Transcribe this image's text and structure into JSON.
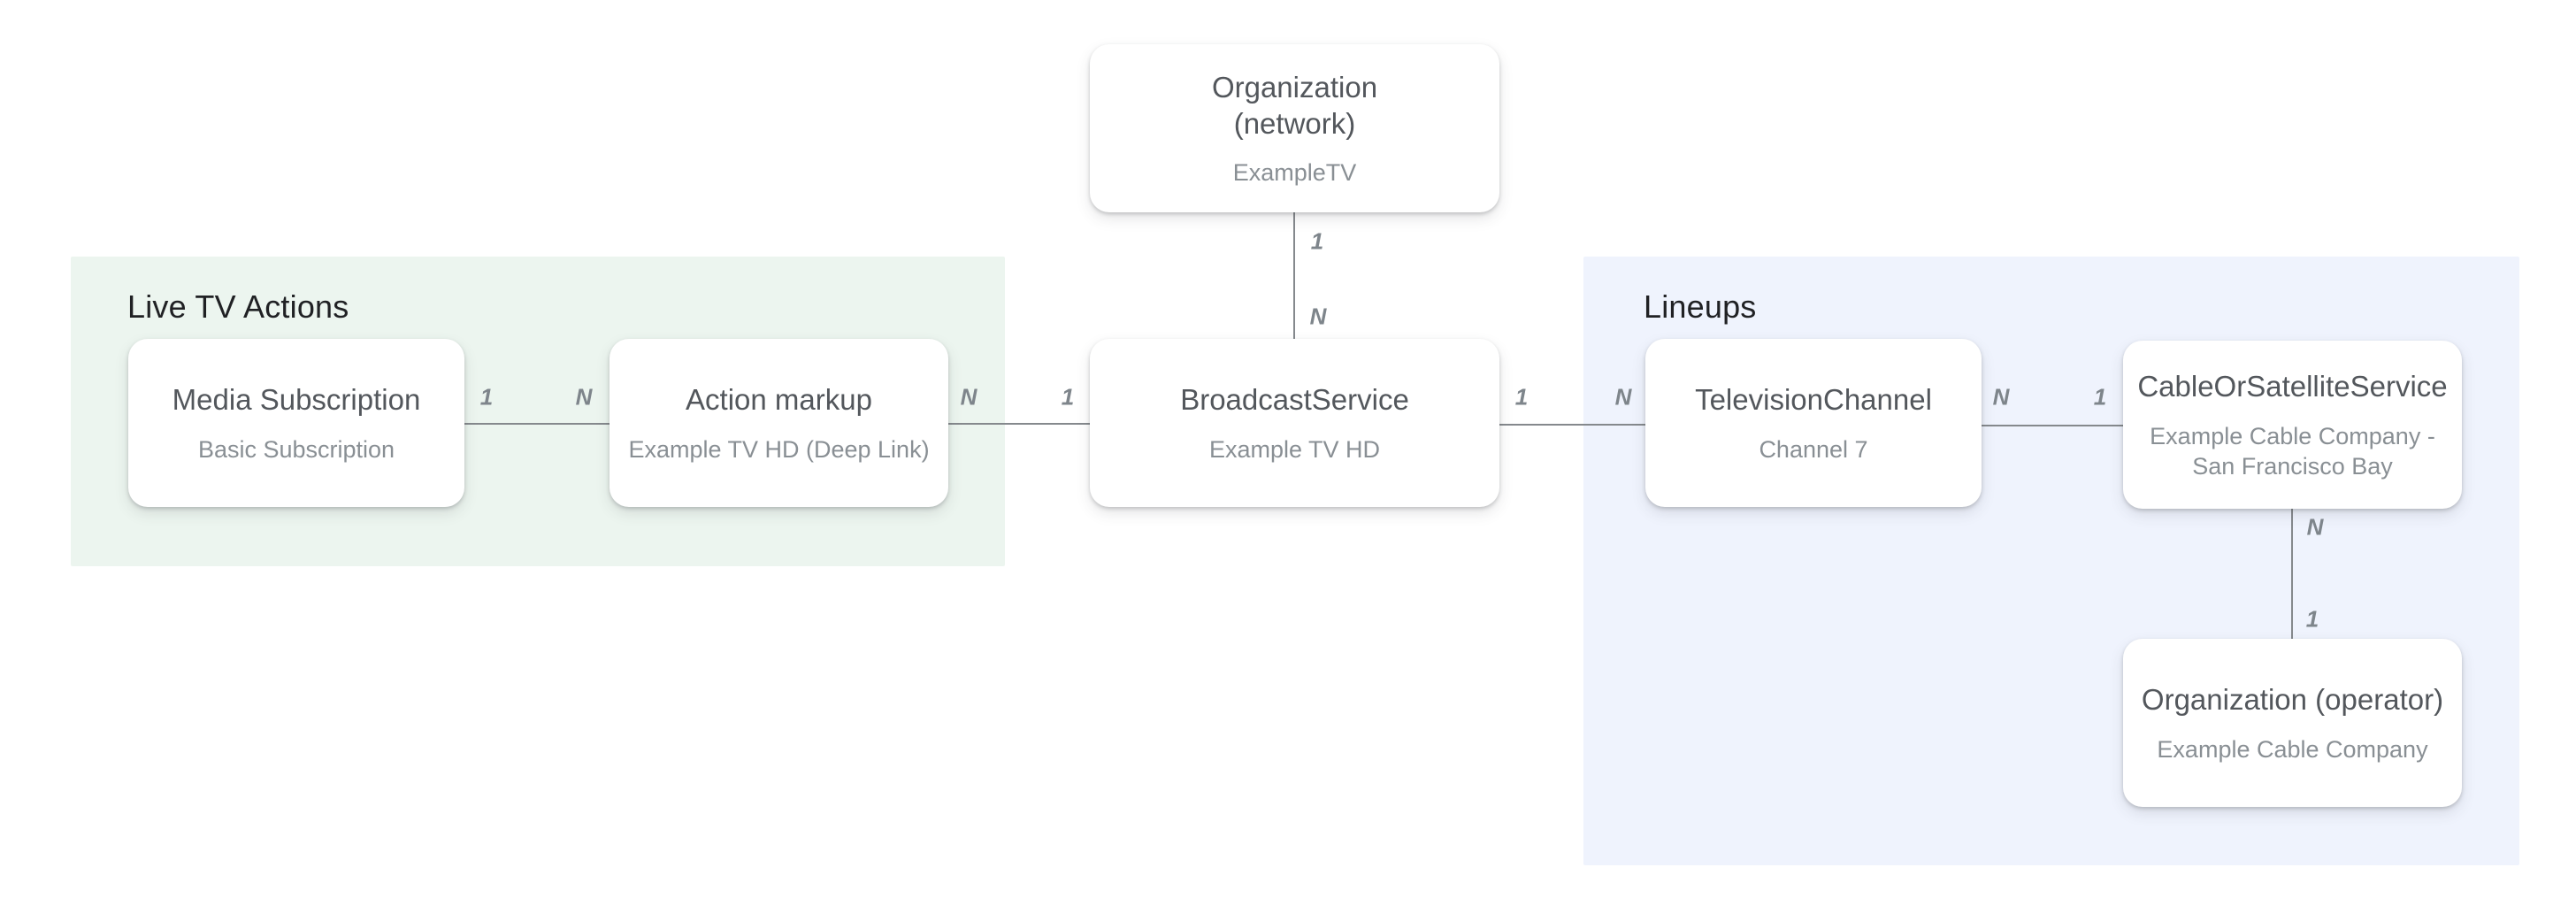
{
  "regions": [
    {
      "id": "live-tv-actions",
      "title": "Live TV Actions"
    },
    {
      "id": "lineups",
      "title": "Lineups"
    }
  ],
  "nodes": [
    {
      "id": "org-network",
      "title": "Organization\n(network)",
      "subtitle": "ExampleTV"
    },
    {
      "id": "media-subscription",
      "title": "Media Subscription",
      "subtitle": "Basic Subscription"
    },
    {
      "id": "action-markup",
      "title": "Action markup",
      "subtitle": "Example TV HD (Deep Link)"
    },
    {
      "id": "broadcast-service",
      "title": "BroadcastService",
      "subtitle": "Example TV HD"
    },
    {
      "id": "television-channel",
      "title": "TelevisionChannel",
      "subtitle": "Channel 7"
    },
    {
      "id": "cable-service",
      "title": "CableOrSatelliteService",
      "subtitle": "Example Cable Company -\nSan Francisco Bay"
    },
    {
      "id": "org-operator",
      "title": "Organization (operator)",
      "subtitle": "Example Cable Company"
    }
  ],
  "edges": [
    {
      "name": "media-subscription-to-action-markup",
      "labels": [
        "1",
        "N"
      ]
    },
    {
      "name": "action-markup-to-broadcast-service",
      "labels": [
        "N",
        "1"
      ]
    },
    {
      "name": "broadcast-service-to-television-channel",
      "labels": [
        "1",
        "N"
      ]
    },
    {
      "name": "television-channel-to-cable-service",
      "labels": [
        "N",
        "1"
      ]
    },
    {
      "name": "org-network-to-broadcast-service",
      "labels": [
        "1",
        "N"
      ]
    },
    {
      "name": "cable-service-to-org-operator",
      "labels": [
        "N",
        "1"
      ]
    }
  ],
  "colors": {
    "region_green": "#ECF5EF",
    "region_blue": "#EFF3FD",
    "connector_line": "#85898D",
    "section_title": "#202124",
    "node_title": "#53575C",
    "node_subtitle": "#898F94",
    "cardinality_label": "#7E858B"
  }
}
